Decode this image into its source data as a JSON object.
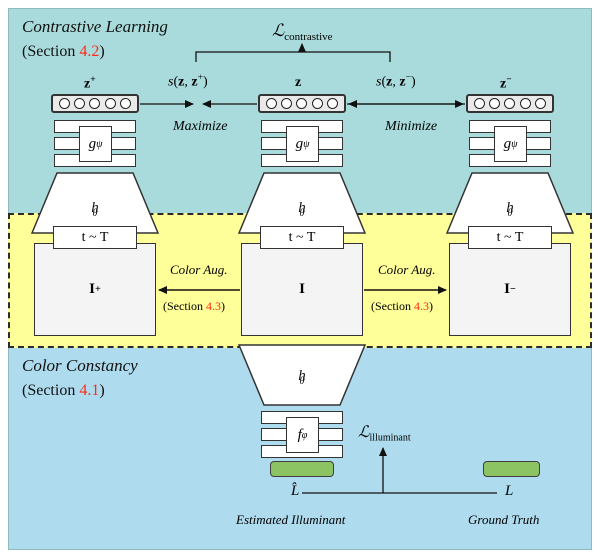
{
  "figure": {
    "kind": "method-diagram",
    "sections": {
      "contrastive": {
        "title": "Contrastive Learning",
        "subtitle_prefix": "(Section ",
        "number": "4.2",
        "subtitle_suffix": ")",
        "bg": "#a9dbdc"
      },
      "augmentation": {
        "bg": "#ffff99",
        "border": "dashed"
      },
      "color_constancy": {
        "title": "Color Constancy",
        "subtitle_prefix": "(Section ",
        "number": "4.1",
        "subtitle_suffix": ")",
        "bg": "#aedcee"
      }
    },
    "loss_contrastive": "contrastive",
    "loss_illuminant": "illuminant",
    "branches": {
      "positive": {
        "embedding": "z",
        "embedding_sup": "+",
        "projector": "g",
        "projector_sub": "ψ",
        "encoder": "h",
        "encoder_sub": "θ",
        "transform": "t ~ T",
        "image": "I",
        "image_sup": "+"
      },
      "anchor": {
        "embedding": "z",
        "embedding_sup": "",
        "projector": "g",
        "projector_sub": "ψ",
        "encoder": "h",
        "encoder_sub": "θ",
        "transform": "t ~ T",
        "image": "I",
        "image_sup": ""
      },
      "negative": {
        "embedding": "z",
        "embedding_sup": "−",
        "projector": "g",
        "projector_sub": "ψ",
        "encoder": "h",
        "encoder_sub": "θ",
        "transform": "t ~ T",
        "image": "I",
        "image_sup": "−"
      }
    },
    "similarity_left": {
      "expr": "s(z, z+)",
      "action": "Maximize"
    },
    "similarity_right": {
      "expr": "s(z, z−)",
      "action": "Minimize"
    },
    "augmentation_left": {
      "label": "Color Aug.",
      "section_prefix": "(Section ",
      "number": "4.3",
      "section_suffix": ")"
    },
    "augmentation_right": {
      "label": "Color Aug.",
      "section_prefix": "(Section ",
      "number": "4.3",
      "section_suffix": ")"
    },
    "estimator": {
      "encoder": "h",
      "encoder_sub": "θ",
      "head": "f",
      "head_sub": "φ"
    },
    "illuminant": {
      "estimated_symbol": "L̂",
      "estimated_caption": "Estimated Illuminant",
      "ground_truth_symbol": "L",
      "ground_truth_caption": "Ground Truth",
      "swatch_color": "#8dc463"
    },
    "vector_units": 5,
    "colors": {
      "red_section": "#ff2b16",
      "teal": "#a9dbdc",
      "yellow": "#ffff99",
      "blue": "#aedcee",
      "green": "#8dc463",
      "stroke": "#333333"
    }
  }
}
